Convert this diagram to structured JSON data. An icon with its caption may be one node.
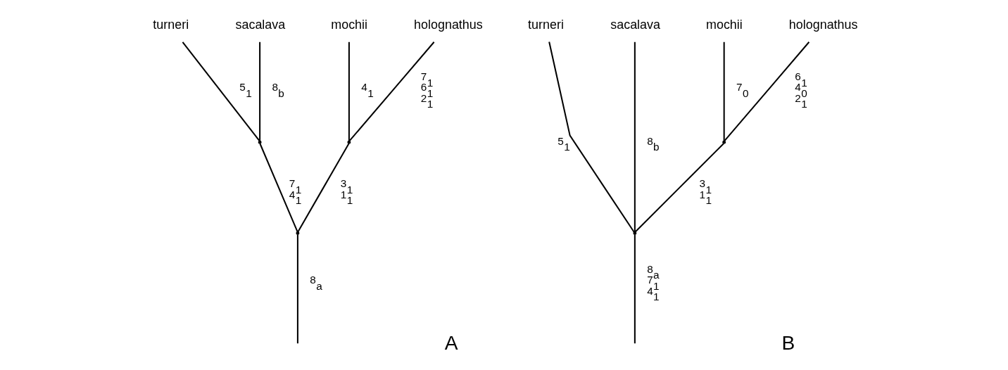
{
  "diagram": {
    "nodes": [
      {
        "text": [
          "turneri"
        ]
      },
      {
        "text": [
          "sacalava"
        ]
      },
      {
        "text": [
          "mochii"
        ]
      },
      {
        "text": [
          "holognathus"
        ]
      },
      {
        "text": [],
        "shape": "point"
      },
      {
        "text": [],
        "shape": "point"
      },
      {
        "text": [],
        "shape": "point"
      },
      {
        "text": [
          "turneri"
        ]
      },
      {
        "text": [
          "sacalava"
        ]
      },
      {
        "text": [
          "mochii"
        ]
      },
      {
        "text": [
          "holognathus"
        ]
      },
      {
        "text": [],
        "shape": "point"
      },
      {
        "text": [],
        "shape": "point"
      }
    ],
    "edges": [
      {
        "from": null,
        "to": 6,
        "arrow": "none",
        "label": "8$_{a}$"
      },
      {
        "from": 6,
        "to": 4,
        "arrow": "none",
        "label": "7$_{1}$ 4$_{1}$"
      },
      {
        "from": 6,
        "to": 5,
        "arrow": "none",
        "label": "3$_{1}$ 1$_{1}$"
      },
      {
        "from": 4,
        "to": 0,
        "arrow": "none",
        "label": "5$_{1}$"
      },
      {
        "from": 4,
        "to": 1,
        "arrow": "none",
        "label": "8$_{b}$"
      },
      {
        "from": 5,
        "to": 2,
        "arrow": "none",
        "label": "4$_{1}$"
      },
      {
        "from": 5,
        "to": 3,
        "arrow": "none",
        "label": "7$_{1}$ 6$_{1}$ 2$_{1}$"
      },
      {
        "from": null,
        "to": 12,
        "arrow": "none",
        "label": "8$_{a}$ 7$_{1}$ 4$_{1}$"
      },
      {
        "from": 12,
        "to": 7,
        "arrow": "none",
        "label": "5$_{1}$"
      },
      {
        "from": 12,
        "to": 8,
        "arrow": "none",
        "label": "8$_{b}$"
      },
      {
        "from": 12,
        "to": 11,
        "arrow": "none",
        "label": "3$_{1}$ 1$_{1}$"
      },
      {
        "from": 11,
        "to": 9,
        "arrow": "none",
        "label": "7$_{0}$"
      },
      {
        "from": 11,
        "to": 10,
        "arrow": "none",
        "label": "6$_{1}$ 4$_{0}$ 2$_{1}$"
      }
    ],
    "labels": [
      "A",
      "B"
    ]
  }
}
